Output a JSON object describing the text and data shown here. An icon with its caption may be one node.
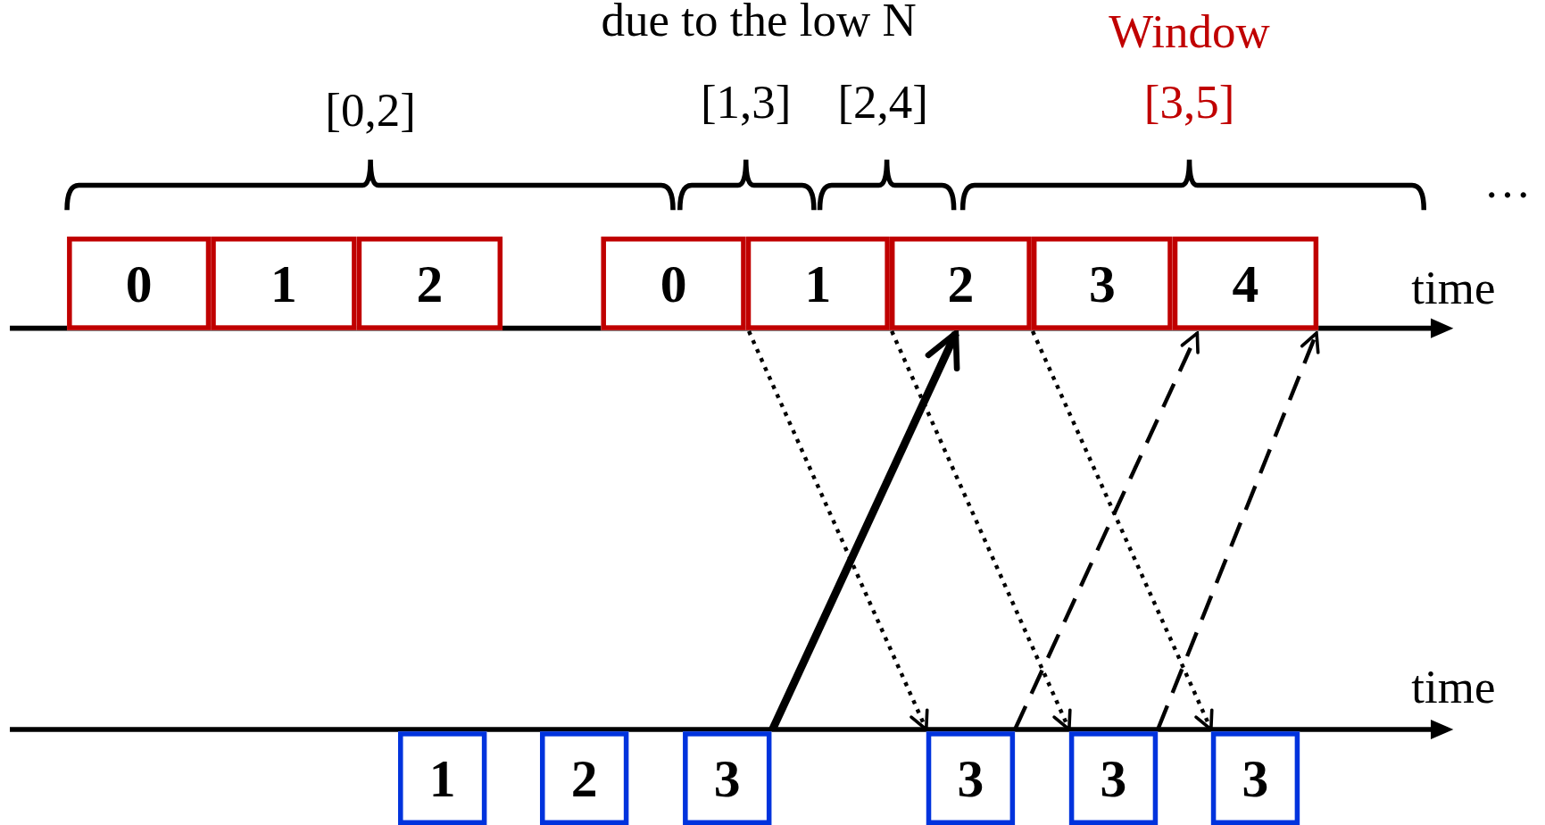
{
  "diagram": {
    "nodes": [
      {
        "text": [
          "0"
        ]
      },
      {
        "text": [
          "1"
        ]
      },
      {
        "text": [
          "2"
        ]
      },
      {
        "text": [
          "0"
        ]
      },
      {
        "text": [
          "1"
        ]
      },
      {
        "text": [
          "2"
        ]
      },
      {
        "text": [
          "3"
        ]
      },
      {
        "text": [
          "4"
        ]
      },
      {
        "text": [
          "1"
        ]
      },
      {
        "text": [
          "2"
        ]
      },
      {
        "text": [
          "3"
        ]
      },
      {
        "text": [
          "3"
        ]
      },
      {
        "text": [
          "3"
        ]
      },
      {
        "text": [
          "3"
        ]
      }
    ],
    "edges": [
      {
        "from": 4,
        "to": 11,
        "arrow": "to",
        "style": "dashed"
      },
      {
        "from": 5,
        "to": 12,
        "arrow": "to",
        "style": "dashed"
      },
      {
        "from": 6,
        "to": 13,
        "arrow": "to",
        "style": "dashed"
      },
      {
        "from": 10,
        "to": 5,
        "arrow": "to",
        "style": "thick"
      },
      {
        "from": 11,
        "to": 7,
        "arrow": "to",
        "style": "dashed"
      },
      {
        "from": 12,
        "to": 7,
        "arrow": "to",
        "style": "dashed"
      }
    ],
    "labels": [
      "due to the low N",
      "Window",
      "[0,2]",
      "[1,3]",
      "[2,4]",
      "[3,5]",
      "…",
      "time",
      "time"
    ]
  }
}
